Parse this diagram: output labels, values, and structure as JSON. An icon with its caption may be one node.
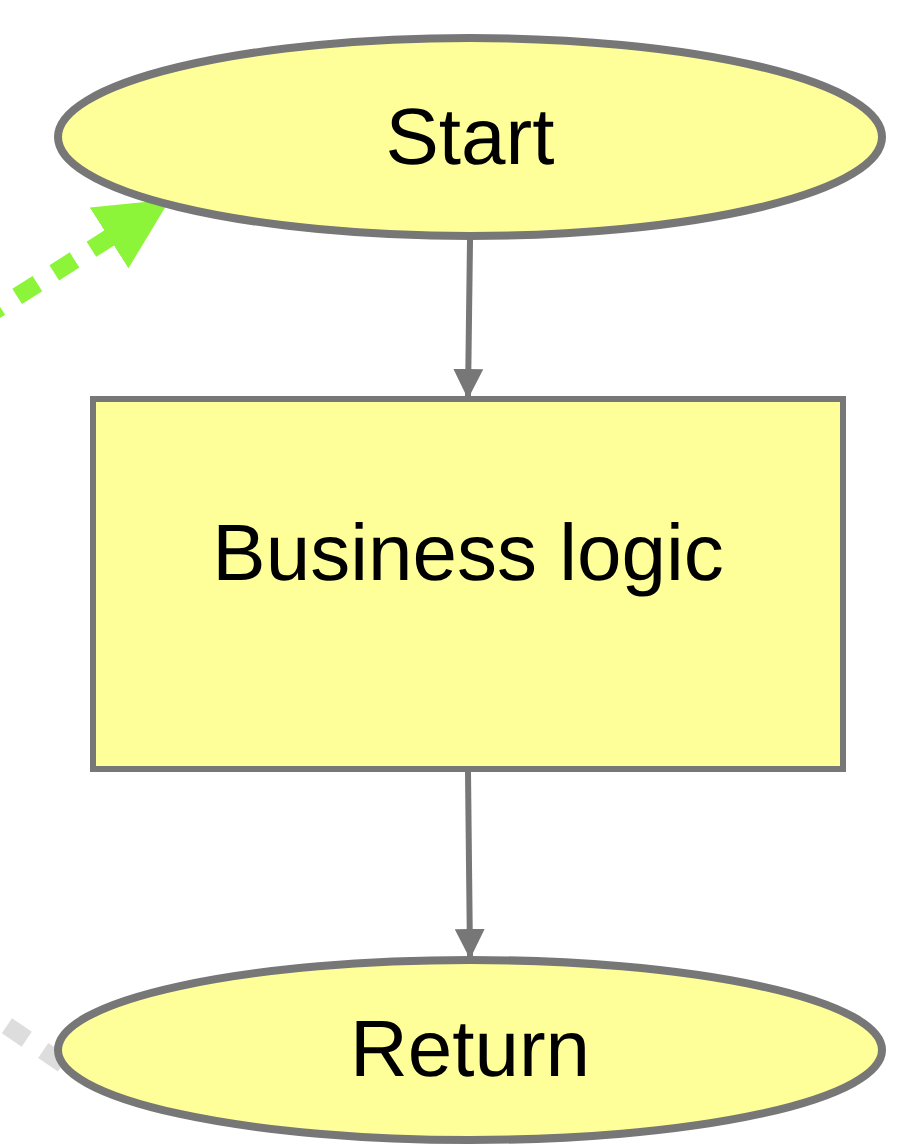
{
  "diagram": {
    "nodes": [
      {
        "text": [
          "Start"
        ]
      },
      {
        "text": [
          "Business logic"
        ]
      },
      {
        "text": [
          "Return"
        ]
      }
    ],
    "edges": [
      {
        "from": 0,
        "to": 1,
        "arrow": "to"
      },
      {
        "from": 1,
        "to": 2,
        "arrow": "to"
      },
      {
        "from": null,
        "to": 0,
        "arrow": "to",
        "style": "dashed",
        "color": "#8cf53a"
      },
      {
        "from": 2,
        "to": null,
        "arrow": "none",
        "style": "dashed",
        "color": "#dddddd"
      }
    ]
  }
}
